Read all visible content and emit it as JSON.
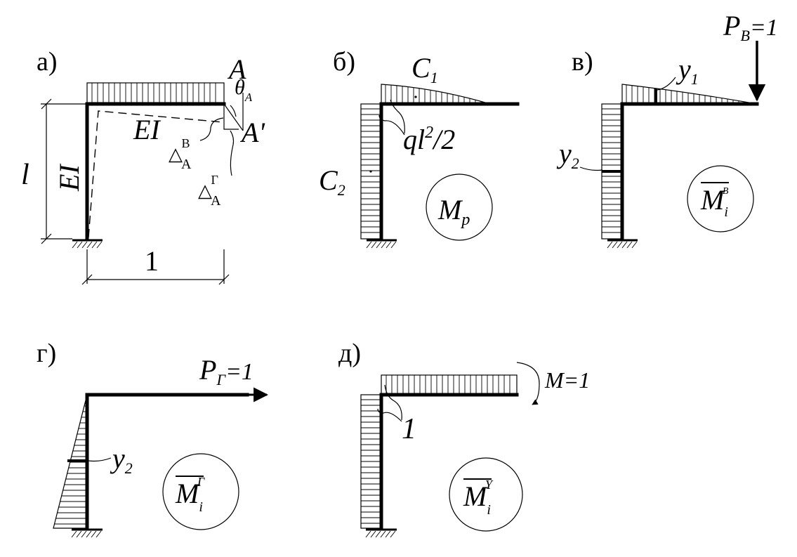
{
  "panels": {
    "a": {
      "label": "а)",
      "ei_beam": "EI",
      "ei_column": "EI",
      "height": "l",
      "span": "1",
      "node": "A",
      "node_deformed": "A'",
      "theta": "θ",
      "theta_sub": "A",
      "delta_v": "△",
      "delta_v_sub": "A",
      "delta_v_sup": "В",
      "delta_h": "△",
      "delta_h_sub": "A",
      "delta_h_sup": "Г"
    },
    "b": {
      "label": "б)",
      "c1": "C",
      "c1_sub": "1",
      "c2": "C",
      "c2_sub": "2",
      "moment": "ql",
      "moment_sup": "2",
      "moment_tail": "/2",
      "diagram": "M",
      "diagram_sub": "p"
    },
    "v": {
      "label": "в)",
      "force": "P",
      "force_sub": "B",
      "force_val": "=1",
      "y1": "y",
      "y1_sub": "1",
      "y2": "y",
      "y2_sub": "2",
      "diagram": "M",
      "diagram_sub": "i",
      "diagram_sup": "B"
    },
    "g": {
      "label": "г)",
      "force": "P",
      "force_sub": "Г",
      "force_val": "=1",
      "y2": "y",
      "y2_sub": "2",
      "diagram": "M",
      "diagram_sub": "i",
      "diagram_sup": "Г"
    },
    "d": {
      "label": "д)",
      "moment": "M=1",
      "value": "1",
      "diagram": "M",
      "diagram_sub": "i",
      "diagram_sup": "Y"
    }
  }
}
